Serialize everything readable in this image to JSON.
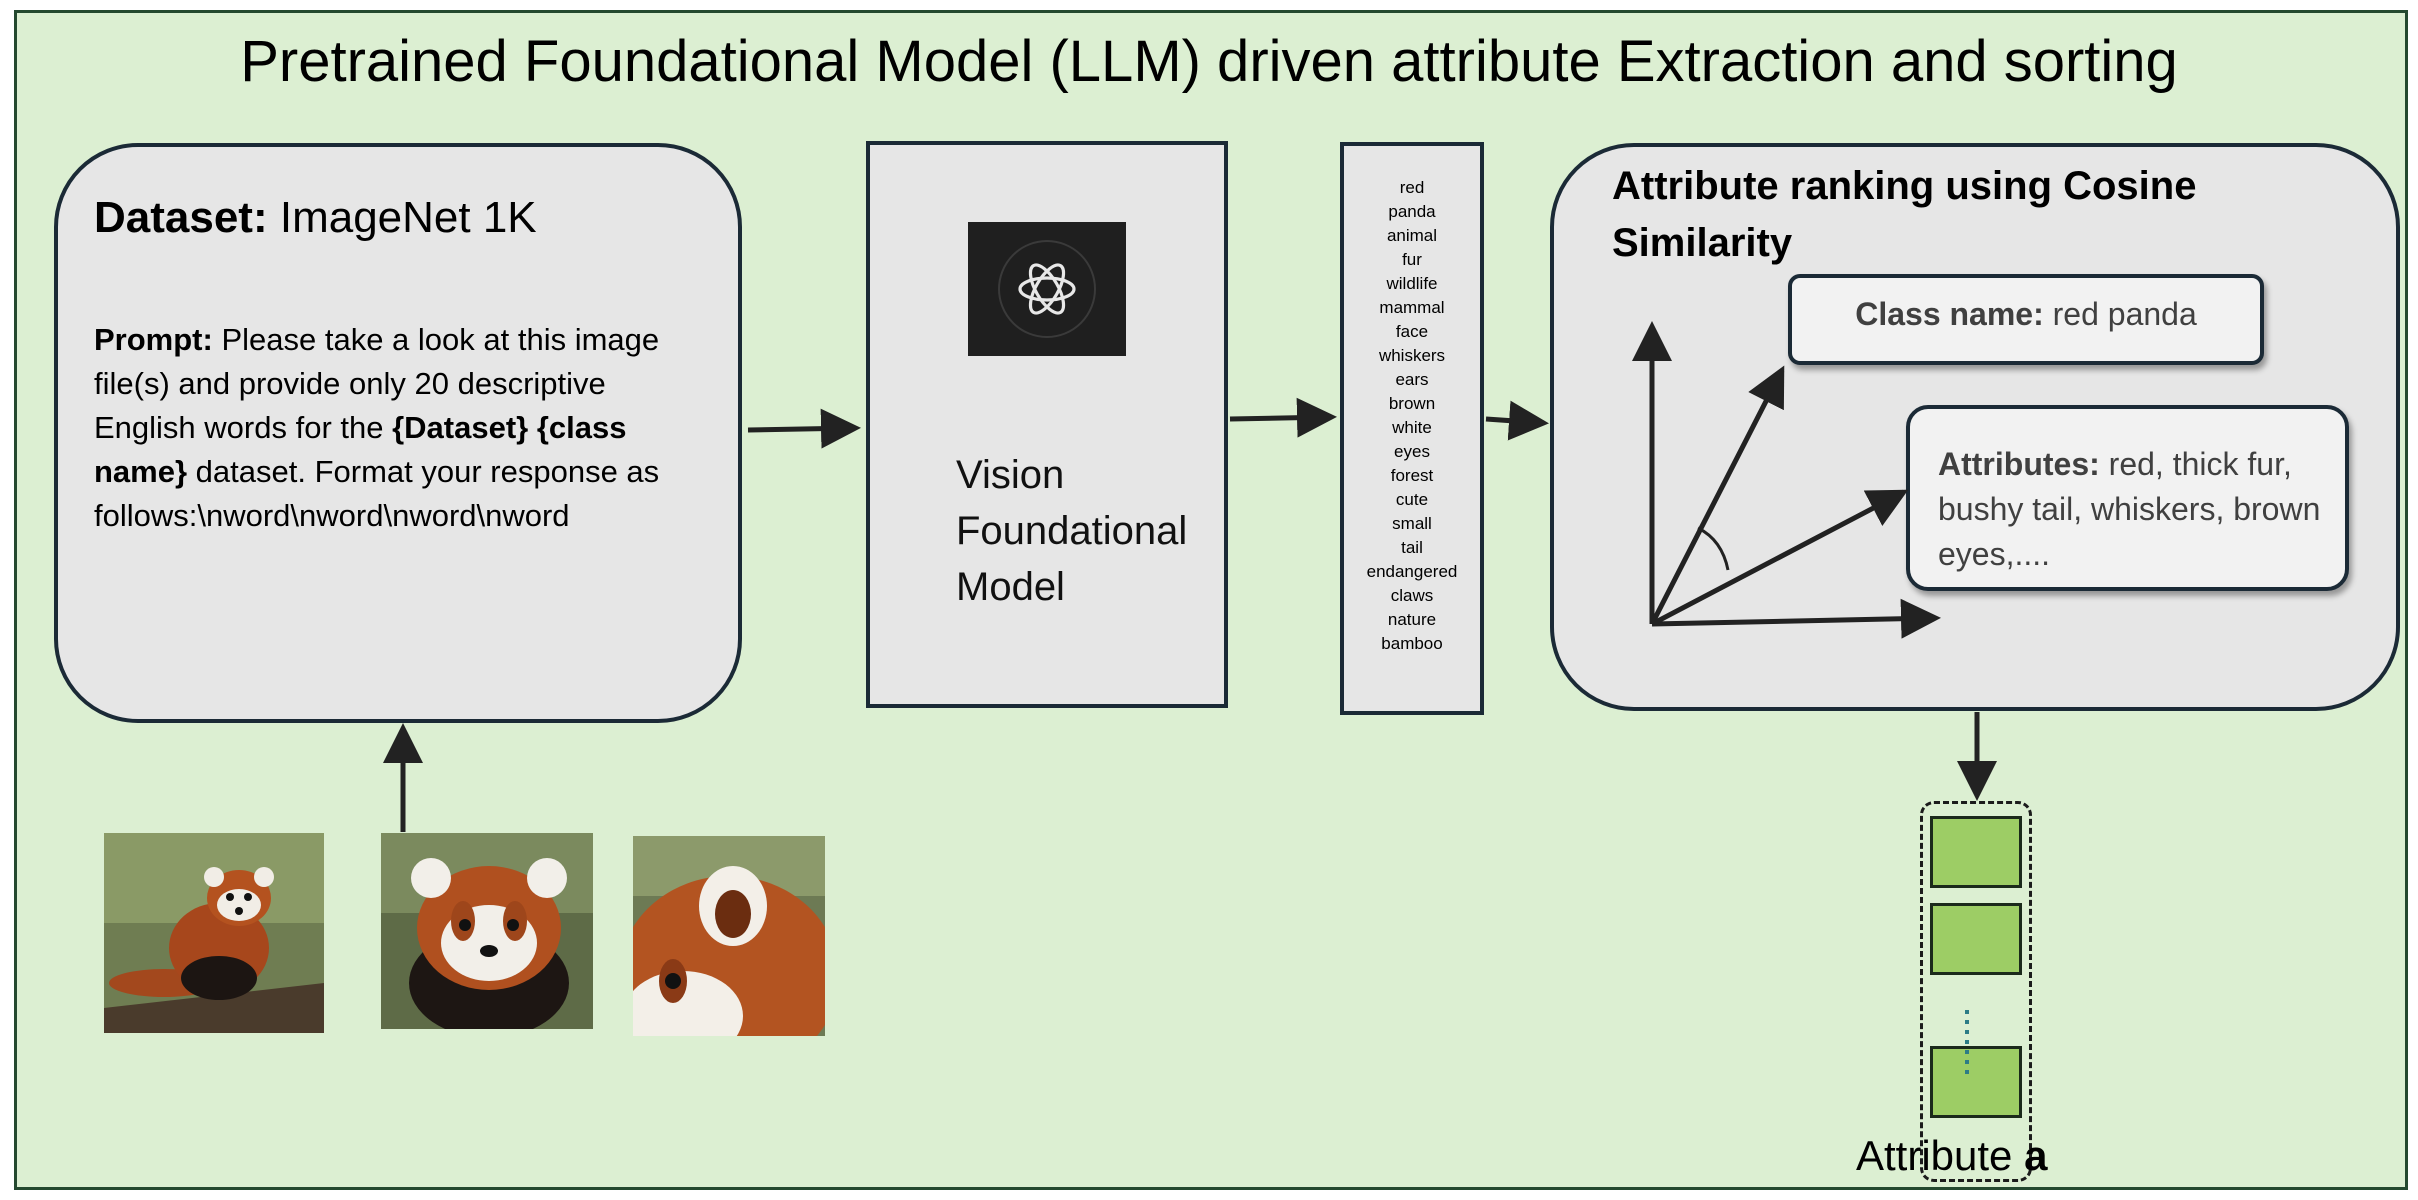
{
  "title": "Pretrained Foundational Model (LLM) driven attribute Extraction and sorting",
  "dataset": {
    "label": "Dataset:",
    "value": " ImageNet 1K"
  },
  "prompt": {
    "label": "Prompt:",
    "text_1": " Please take a look at this image file(s) and provide only 20 descriptive English words for the ",
    "placeholder_1": "{Dataset}",
    "space": " ",
    "placeholder_2": "{class name}",
    "text_2": " dataset. Format your response as follows:\\nword\\nword\\nword\\nword"
  },
  "vision_model": {
    "label": "Vision Foundational Model",
    "icon": "openai-logo-icon"
  },
  "attribute_words": [
    "red",
    "panda",
    "animal",
    "fur",
    "wildlife",
    "mammal",
    "face",
    "whiskers",
    "ears",
    "brown",
    "white",
    "eyes",
    "forest",
    "cute",
    "small",
    "tail",
    "endangered",
    "claws",
    "nature",
    "bamboo"
  ],
  "ranking": {
    "title": "Attribute ranking using Cosine Similarity",
    "class_label": "Class name:",
    "class_value": " red panda",
    "attributes_label": "Attributes:",
    "attributes_value": "  red, thick fur, bushy tail, whiskers, brown eyes,...."
  },
  "output": {
    "label_prefix": "Attribute ",
    "label_var": "a"
  },
  "colors": {
    "background": "#dcefd2",
    "frame_border": "#24492f",
    "box_fill": "#e6e6e6",
    "box_border": "#1b2a36",
    "slot_fill": "#9dcd65"
  }
}
